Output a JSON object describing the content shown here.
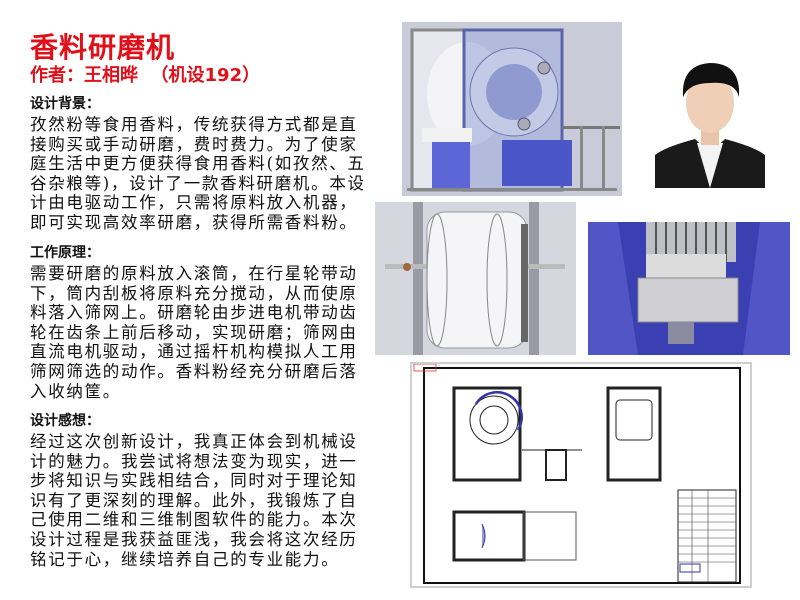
{
  "header": {
    "title": "香料研磨机",
    "author": "作者：王相晔  （机设192）"
  },
  "sections": [
    {
      "heading": "设计背景：",
      "lines": [
        "孜然粉等食用香料，传统获得方式都是直",
        "接购买或手动研磨，费时费力。为了使家",
        "庭生活中更方便获得食用香料(如孜然、五",
        "谷杂粮等)，设计了一款香料研磨机。本设",
        "计由电驱动工作，只需将原料放入机器，",
        "即可实现高效率研磨，获得所需香料粉。"
      ]
    },
    {
      "heading": "工作原理：",
      "lines": [
        "需要研磨的原料放入滚筒，在行星轮带动",
        "下，筒内刮板将原料充分搅动，从而使原",
        "料落入筛网上。研磨轮由步进电机带动齿",
        "轮在齿条上前后移动，实现研磨；筛网由",
        "直流电机驱动，通过摇杆机构模拟人工用",
        "筛网筛选的动作。香料粉经充分研磨后落",
        "入收纳筐。"
      ]
    },
    {
      "heading": "设计感想：",
      "lines": [
        "经过这次创新设计，我真正体会到机械设",
        "计的魅力。我尝试将想法变为现实，进一",
        "步将知识与实践相结合，同时对于理论知",
        "识有了更深刻的理解。此外，我锻炼了自",
        "己使用二维和三维制图软件的能力。本次",
        "设计过程是我获益匪浅，我会将这次经历",
        "铭记于心，继续培养自己的专业能力。"
      ]
    }
  ],
  "colors": {
    "title": "#e0101a",
    "cad_blue": "#3d3fbf",
    "cad_bg": "#c9ccd8"
  }
}
